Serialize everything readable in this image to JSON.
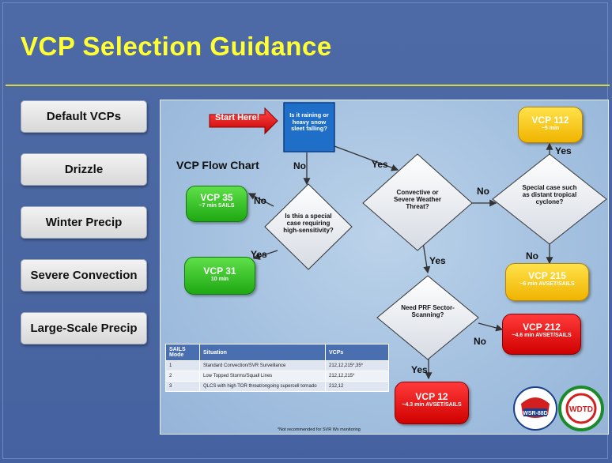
{
  "title": "VCP Selection Guidance",
  "nav": [
    "Default VCPs",
    "Drizzle",
    "Winter Precip",
    "Severe Convection",
    "Large-Scale Precip"
  ],
  "flow": {
    "start_label": "Start Here!",
    "start_box": "Is it raining or heavy snow sleet falling?",
    "chart_title": "VCP Flow Chart",
    "d_special": "Is this a special case requiring high-sensitivity?",
    "d_convective": "Convective or Severe Weather Threat?",
    "d_tropical": "Special case such as distant tropical cyclone?",
    "d_prf": "Need PRF Sector-Scanning?",
    "vcp35_t": "VCP 35",
    "vcp35_s": "~7 min SAILS",
    "vcp31_t": "VCP 31",
    "vcp31_s": "10 min",
    "vcp112_t": "VCP 112",
    "vcp112_s": "~5 min",
    "vcp215_t": "VCP 215",
    "vcp215_s": "~6 min AVSET/SAILS",
    "vcp212_t": "VCP 212",
    "vcp212_s": "~4.6 min AVSET/SAILS",
    "vcp12_t": "VCP 12",
    "vcp12_s": "~4.3 min AVSET/SAILS",
    "yes": "Yes",
    "no": "No"
  },
  "table": {
    "headers": [
      "SAILS Mode",
      "Situation",
      "VCPs"
    ],
    "rows": [
      [
        "1",
        "Standard Convection/SVR Surveillance",
        "212,12,215*,35*"
      ],
      [
        "2",
        "Low Topped Storms/Squall Lines",
        "212,12,215*"
      ],
      [
        "3",
        "QLCS with high TOR threat/ongoing supercell tornado",
        "212,12"
      ]
    ],
    "note": "*Not recommended for SVR Wx monitoring"
  },
  "logos": {
    "wsr": "WSR-88D",
    "wdtd": "WDTD"
  }
}
